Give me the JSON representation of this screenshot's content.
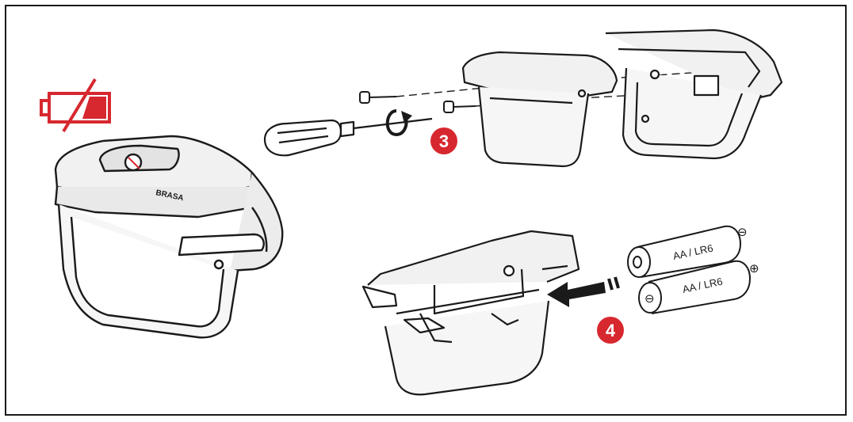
{
  "diagram": {
    "steps": [
      {
        "number": "3"
      },
      {
        "number": "4"
      }
    ],
    "battery_cells": [
      {
        "label": "AA / LR6",
        "sign": "⊖"
      },
      {
        "label": "AA / LR6",
        "sign": "⊕"
      }
    ],
    "cell_lower_sign": "⊖",
    "device_logo": "BRASA",
    "colors": {
      "accent_red": "#d7282f",
      "stroke": "#1a1a1a",
      "body_gray": "#e9e9e9",
      "screen_gray": "#f4f4f4"
    },
    "icons": [
      "low-battery-icon",
      "screwdriver-icon",
      "rotate-arrow-icon",
      "insert-arrow-icon"
    ]
  }
}
